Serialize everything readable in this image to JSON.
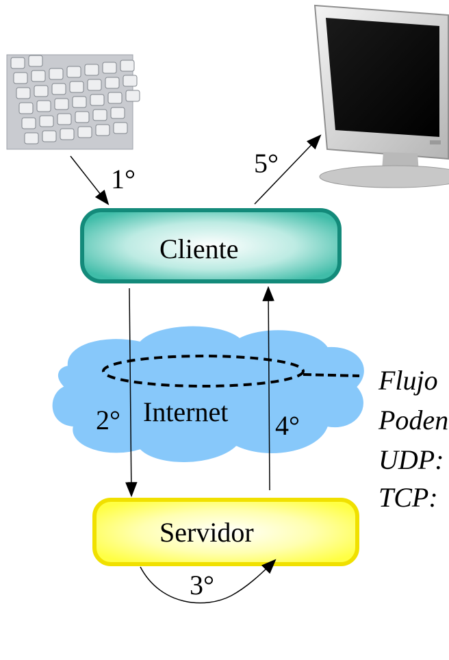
{
  "nodes": {
    "client": "Cliente",
    "server": "Servidor",
    "network": "Internet"
  },
  "steps": {
    "s1": "1°",
    "s2": "2°",
    "s3": "3°",
    "s4": "4°",
    "s5": "5°"
  },
  "notes": [
    "Flujo",
    "Poden",
    "UDP:",
    "TCP:"
  ],
  "devices": [
    "keyboard-icon",
    "monitor-icon"
  ],
  "colors": {
    "client_fill": "#6fd6c6",
    "client_border": "#138a7a",
    "server_fill": "#ffff66",
    "server_border": "#e6d800",
    "cloud_fill": "#87c8fa"
  }
}
